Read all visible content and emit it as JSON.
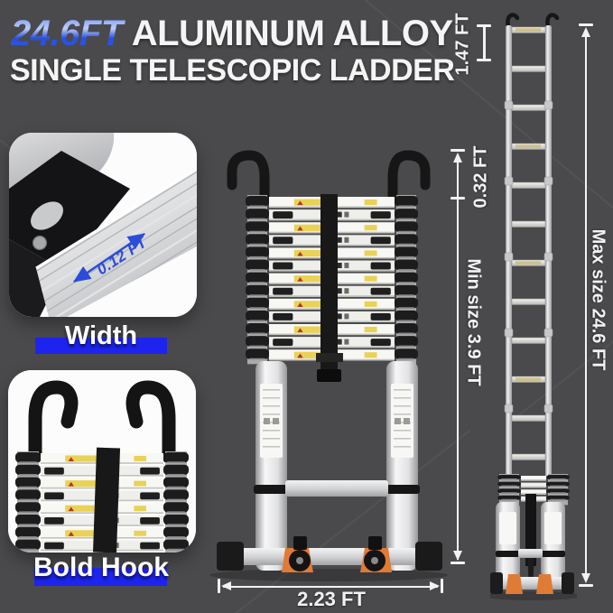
{
  "header": {
    "highlight": "24.6FT",
    "title_rest": "ALUMINUM ALLOY",
    "subtitle": "SINGLE TELESCOPIC LADDER"
  },
  "callouts": {
    "width": {
      "label": "Width",
      "measurement": "0.12 FT"
    },
    "hook": {
      "label": "Bold Hook"
    }
  },
  "annotations": {
    "top_rung_gap": "1.47 FT",
    "collapsed_step": "0.32 FT",
    "min_size": "Min size 3.9 FT",
    "max_size": "Max size 24.6 FT",
    "base_width": "2.23 FT"
  },
  "colors": {
    "background": "#4a4a4d",
    "accent_bar_blue": "#1d24ee",
    "title_blue": "#2e5ae8",
    "dimension_white": "#f2f2f2",
    "warning_label_yellow": "#e9d254",
    "foot_orange": "#e07b35",
    "hook_black": "#161616",
    "ladder_silver": "#d6d7d9"
  }
}
